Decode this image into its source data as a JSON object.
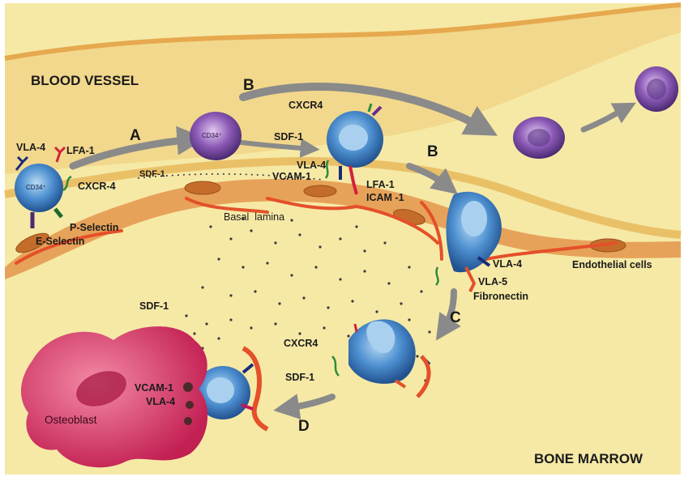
{
  "regions": {
    "blood_vessel": "BLOOD VESSEL",
    "bone_marrow": "BONE MARROW"
  },
  "steps": {
    "a": "A",
    "b1": "B",
    "b2": "B",
    "c": "C",
    "d": "D"
  },
  "cells": {
    "cd34_left": "CD34⁺",
    "cd34_top": "CD34⁺",
    "osteoblast": "Osteoblast"
  },
  "labels": {
    "vla4_top_left": "VLA-4",
    "lfa1_top_left": "LFA-1",
    "cxcr4_left": "CXCR-4",
    "sdf1_left": "SDF-1",
    "p_selectin": "P-Selectin",
    "e_selectin": "E-Selectin",
    "cxcr4_top": "CXCR4",
    "sdf1_top": "SDF-1",
    "vla4_mid": "VLA-4",
    "vcam1_mid": "VCAM-1",
    "lfa1_mid": "LFA-1",
    "icam1_mid": "ICAM -1",
    "basal_lamina": "Basal  lamina",
    "endothelial_cells": "Endothelial cells",
    "vla4_right": "VLA-4",
    "vla5_right": "VLA-5",
    "fibronectin": "Fibronectin",
    "sdf1_marrow": "SDF-1",
    "cxcr4_bottom": "CXCR4",
    "sdf1_bottom": "SDF-1",
    "vcam1_osteo": "VCAM-1",
    "vla4_osteo": "VLA-4"
  },
  "colors": {
    "background": "#f6e9a6",
    "vessel_wall": "#e8b85c",
    "endothelium": "#d98a3a",
    "cd34_cell": "#4a86c8",
    "cd34_nucleus": "#8fc0e6",
    "purple_cell": "#7a4ea0",
    "osteoblast": "#e0466e",
    "arrow": "#8c8c8c",
    "fibronectin": "#e4502a"
  }
}
